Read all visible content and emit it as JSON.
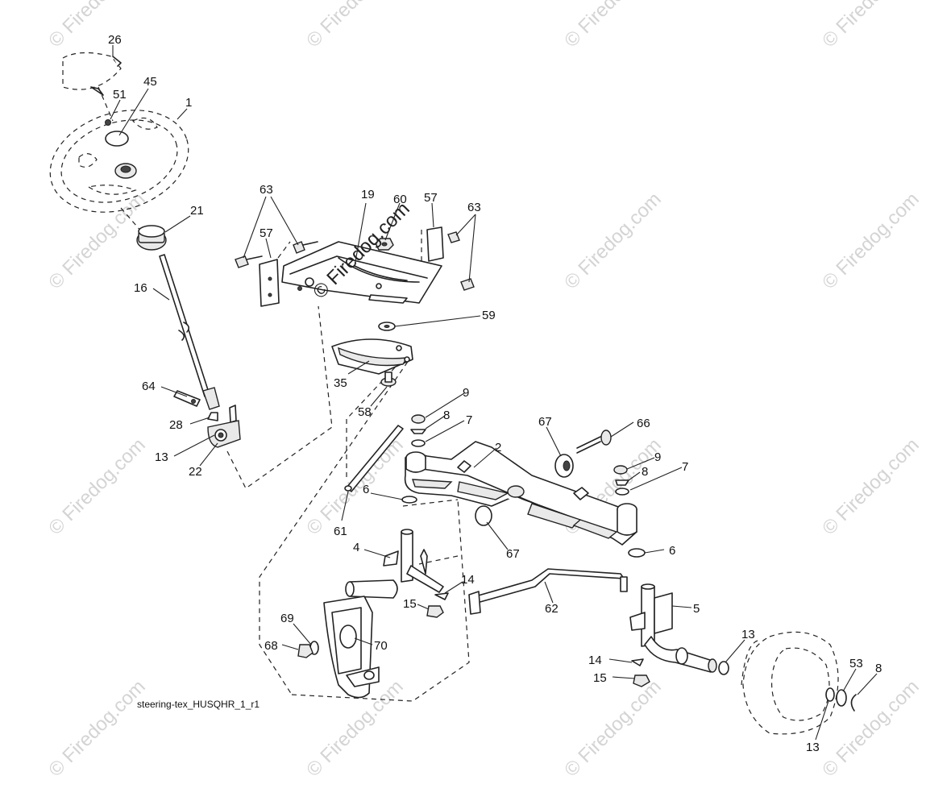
{
  "diagram_code": "steering-tex_HUSQHR_1_r1",
  "watermark_text": "© Firedog.com",
  "callouts": {
    "c26": "26",
    "c45": "45",
    "c51": "51",
    "c1": "1",
    "c21": "21",
    "c16": "16",
    "c64": "64",
    "c28": "28",
    "c13a": "13",
    "c22": "22",
    "c63a": "63",
    "c19": "19",
    "c60": "60",
    "c57a": "57",
    "c63b": "63",
    "c57b": "57",
    "c59": "59",
    "c35": "35",
    "c58": "58",
    "c9a": "9",
    "c8a": "8",
    "c7a": "7",
    "c2": "2",
    "c67a": "67",
    "c66": "66",
    "c9b": "9",
    "c8b": "8",
    "c7b": "7",
    "c6a": "6",
    "c61": "61",
    "c67b": "67",
    "c6b": "6",
    "c4": "4",
    "c14a": "14",
    "c15a": "15",
    "c62": "62",
    "c5": "5",
    "c69": "69",
    "c68": "68",
    "c70": "70",
    "c13b": "13",
    "c14b": "14",
    "c15b": "15",
    "c53": "53",
    "c8c": "8",
    "c13c": "13"
  }
}
